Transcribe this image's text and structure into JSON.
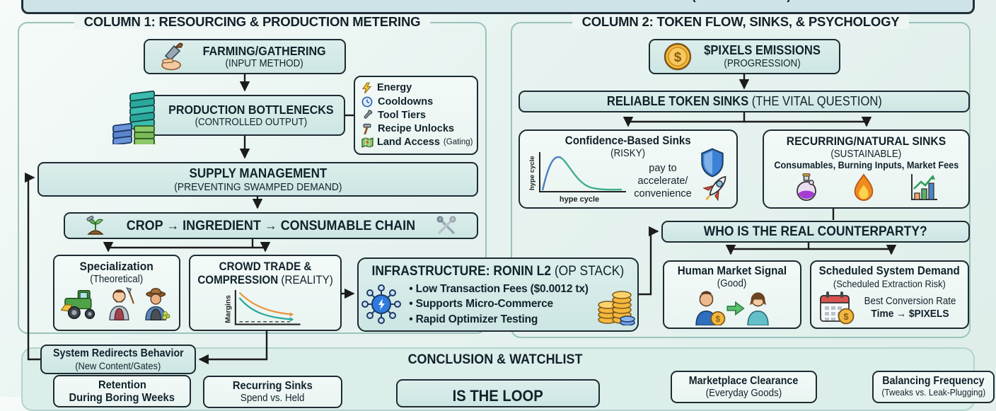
{
  "colors": {
    "background": "#e7f3f0",
    "box_fill_teal": "#cde6e3",
    "box_fill_light": "#f3faf8",
    "border_dark": "#1d2b33",
    "container_border": "#9cc2bc",
    "text": "#12222b",
    "coin_gold": "#f2b63c",
    "accent_blue": "#2e7ce0",
    "accent_green": "#3fae8f",
    "accent_orange": "#e8963e"
  },
  "title_bar": {
    "text": "CORE PREMISE: THE SUSTAINABILITY LOOP AS A CONTROLLED MARKET (KEY METRICS)"
  },
  "col1": {
    "header": "COLUMN 1: RESOURCING & PRODUCTION METERING",
    "farming": {
      "title": "FARMING/GATHERING",
      "subtitle": "(INPUT METHOD)",
      "icon": "hand-trowel-icon"
    },
    "bottlenecks": {
      "title": "PRODUCTION BOTTLENECKS",
      "subtitle": "(CONTROLLED OUTPUT)",
      "icon": "stacked-cubes-icon"
    },
    "gating_list": {
      "items": [
        {
          "icon": "lightning-icon",
          "label": "Energy"
        },
        {
          "icon": "clock-icon",
          "label": "Cooldowns"
        },
        {
          "icon": "wrench-icon",
          "label": "Tool Tiers"
        },
        {
          "icon": "hammer-icon",
          "label": "Recipe Unlocks"
        },
        {
          "icon": "map-icon",
          "label": "Land Access",
          "suffix": "(Gating)"
        }
      ]
    },
    "supply": {
      "title": "SUPPLY MANAGEMENT",
      "subtitle": "(PREVENTING SWAMPED DEMAND)"
    },
    "chain": {
      "title": "CROP → INGREDIENT → CONSUMABLE CHAIN",
      "icon_left": "sprout-icon",
      "icon_right": "crossed-tools-icon"
    },
    "specialization": {
      "title": "Specialization",
      "subtitle": "(Theoretical)",
      "icons": [
        "harvester-icon",
        "farmer-shovel-icon",
        "farmer-hat-icon"
      ]
    },
    "crowd": {
      "title_line1": "CROWD TRADE &",
      "title_line2": "COMPRESSION",
      "title_suffix": "(REALITY)",
      "chart": {
        "type": "line",
        "ylabel": "Margins",
        "series": [
          "declining margin curve (orange)",
          "declining margin curve (teal)",
          "dashed floor"
        ]
      }
    },
    "infrastructure": {
      "title": "INFRASTRUCTURE: RONIN L2",
      "title_suffix": "(OP STACK)",
      "icon_left": "network-hub-icon",
      "icon_right": "coin-stacks-icon",
      "bullets": [
        "Low Transaction Fees ($0.0012 tx)",
        "Supports Micro-Commerce",
        "Rapid Optimizer Testing"
      ]
    },
    "redirects": {
      "title": "System Redirects Behavior",
      "subtitle": "(New Content/Gates)"
    },
    "retention": {
      "title": "Retention",
      "subtitle": "During Boring Weeks"
    }
  },
  "col2": {
    "header": "COLUMN 2: TOKEN FLOW, SINKS, & PSYCHOLOGY",
    "emissions": {
      "title": "$PIXELS EMISSIONS",
      "subtitle": "(PROGRESSION)",
      "icon": "dollar-coin-icon"
    },
    "reliable": {
      "title": "RELIABLE TOKEN SINKS",
      "title_suffix": "(THE VITAL QUESTION)"
    },
    "confidence": {
      "title": "Confidence-Based Sinks",
      "subtitle": "(RISKY)",
      "note_line1": "pay to",
      "note_line2": "accelerate/",
      "note_line3": "convenience",
      "icons": [
        "shield-icon",
        "rocket-icon"
      ],
      "chart": {
        "type": "line",
        "ylabel": "hype cycle",
        "xlabel": "hype cycle",
        "series": [
          "hype cycle bell curve"
        ]
      }
    },
    "recurring": {
      "title": "RECURRING/NATURAL SINKS",
      "subtitle": "(SUSTAINABLE)",
      "desc": "Consumables, Burning Inputs, Market Fees",
      "icons": [
        "potion-icon",
        "flame-icon",
        "growth-chart-icon"
      ]
    },
    "counterparty": {
      "title": "WHO IS THE REAL COUNTERPARTY?"
    },
    "human": {
      "title": "Human Market Signal",
      "subtitle": "(Good)",
      "icon": "people-coin-transfer-icon"
    },
    "scheduled": {
      "title": "Scheduled System Demand",
      "subtitle": "(Scheduled Extraction Risk)",
      "note_line1": "Best Conversion Rate",
      "note_line2": "Time → $PIXELS",
      "icon": "calendar-coin-icon"
    }
  },
  "bottom": {
    "header": "CONCLUSION & WATCHLIST",
    "recurring_sinks": {
      "title": "Recurring Sinks",
      "subtitle": "Spend vs. Held"
    },
    "loop_box": {
      "title": "IS THE LOOP"
    },
    "marketplace": {
      "title": "Marketplace Clearance",
      "subtitle": "(Everyday Goods)"
    },
    "balancing": {
      "title": "Balancing Frequency",
      "subtitle": "(Tweaks vs. Leak-Plugging)"
    }
  }
}
